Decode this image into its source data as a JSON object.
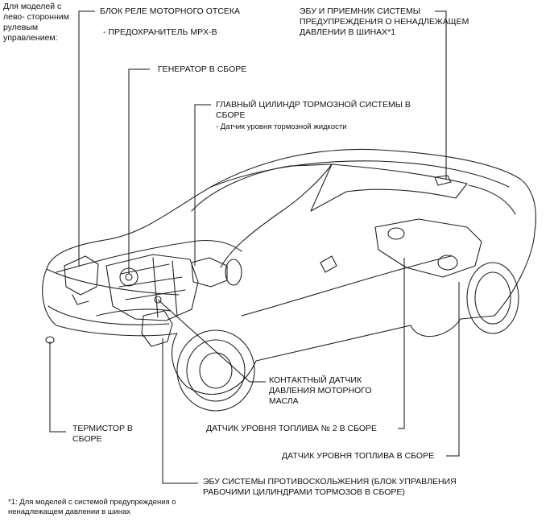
{
  "note_left": "Для моделей с лево- сторонним рулевым управлением:",
  "labels": {
    "relay_block": "БЛОК РЕЛЕ МОТОРНОГО ОТСЕКА",
    "relay_block_sub": "- ПРЕДОХРАНИТЕЛЬ MPX-B",
    "generator": "ГЕНЕРАТОР В СБОРЕ",
    "master_cyl": "ГЛАВНЫЙ ЦИЛИНДР ТОРМОЗНОЙ СИСТЕМЫ В СБОРЕ",
    "master_cyl_sub": "- Датчик уровня тормозной жидкости",
    "tpms_ecu": "ЭБУ И ПРИЕМНИК СИСТЕМЫ ПРЕДУПРЕЖДЕНИЯ О НЕНАДЛЕЖАЩЕМ ДАВЛЕНИИ В ШИНАХ*1",
    "oil_switch": "КОНТАКТНЫЙ ДАТЧИК ДАВЛЕНИЯ МОТОРНОГО МАСЛА",
    "fuel_sensor2": "ДАТЧИК УРОВНЯ ТОПЛИВА № 2 В СБОРЕ",
    "thermistor": "ТЕРМИСТОР В СБОРЕ",
    "fuel_sensor": "ДАТЧИК УРОВНЯ ТОПЛИВА В СБОРЕ",
    "abs_ecu": "ЭБУ СИСТЕМЫ ПРОТИВОСКОЛЬЖЕНИЯ (БЛОК УПРАВЛЕНИЯ РАБОЧИМИ ЦИЛИНДРАМИ ТОРМОЗОВ В СБОРЕ)"
  },
  "footnote": "*1: Для моделей с системой предупреждения о ненадлежащем давлении в шинах"
}
